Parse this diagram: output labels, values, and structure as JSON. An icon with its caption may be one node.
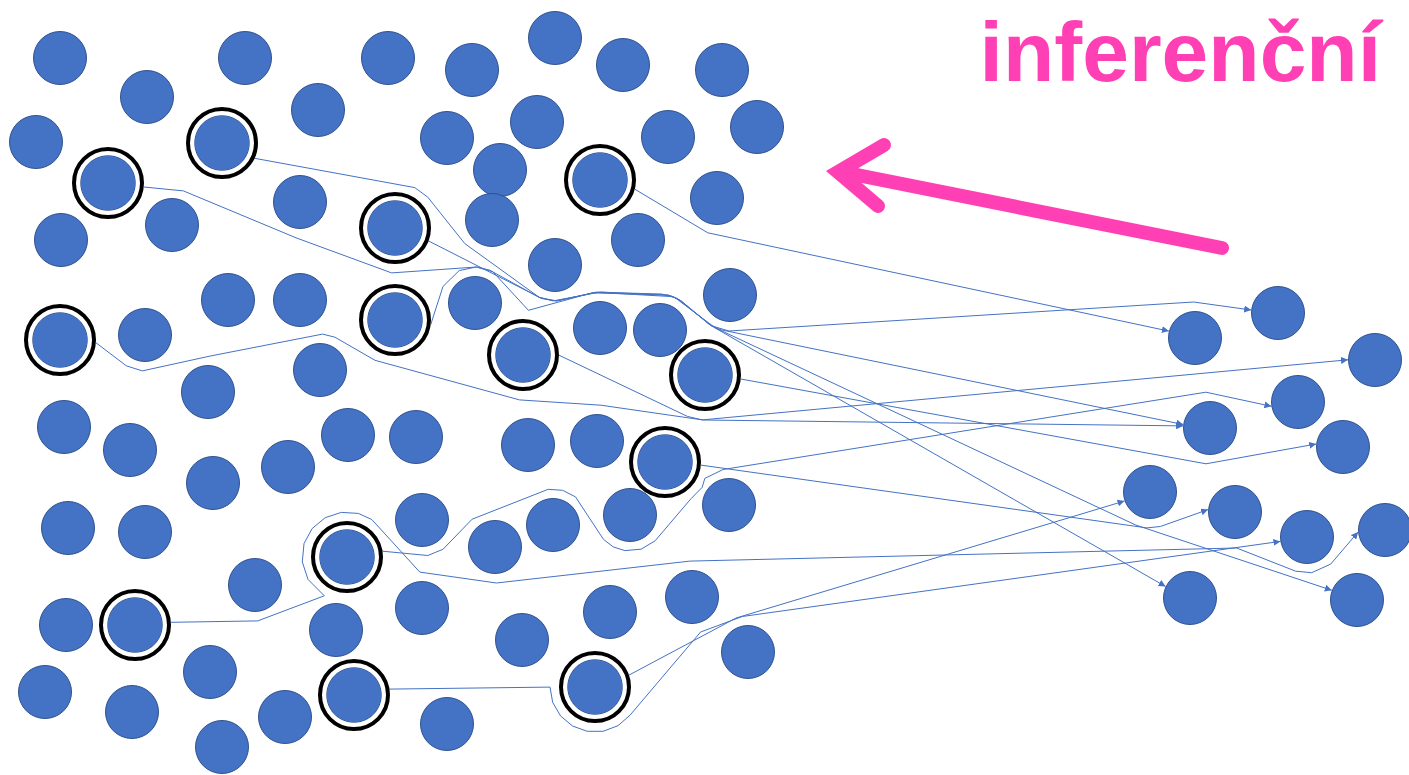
{
  "diagram": {
    "nodes": [
      {
        "text": [],
        "shape": "circle"
      },
      {
        "text": [],
        "shape": "circle"
      },
      {
        "text": [],
        "shape": "circle"
      },
      {
        "text": [],
        "shape": "circle"
      },
      {
        "text": [],
        "shape": "circle"
      },
      {
        "text": [],
        "shape": "circle"
      },
      {
        "text": [],
        "shape": "circle"
      },
      {
        "text": [],
        "shape": "circle"
      },
      {
        "text": [],
        "shape": "circle"
      },
      {
        "text": [],
        "shape": "circle"
      },
      {
        "text": [],
        "shape": "circle"
      },
      {
        "text": [],
        "shape": "circle"
      },
      {
        "text": [],
        "shape": "circle"
      },
      {
        "text": [],
        "shape": "circle"
      },
      {
        "text": [],
        "shape": "circle"
      },
      {
        "text": [],
        "shape": "circle"
      },
      {
        "text": [],
        "shape": "circle"
      },
      {
        "text": [],
        "shape": "circle"
      },
      {
        "text": [],
        "shape": "circle"
      },
      {
        "text": [],
        "shape": "circle"
      },
      {
        "text": [],
        "shape": "circle"
      },
      {
        "text": [],
        "shape": "circle"
      },
      {
        "text": [],
        "shape": "circle"
      },
      {
        "text": [],
        "shape": "circle"
      },
      {
        "text": [],
        "shape": "circle"
      },
      {
        "text": [],
        "shape": "circle"
      },
      {
        "text": [],
        "shape": "circle"
      },
      {
        "text": [],
        "shape": "circle"
      },
      {
        "text": [],
        "shape": "circle"
      },
      {
        "text": [],
        "shape": "circle"
      },
      {
        "text": [],
        "shape": "circle"
      },
      {
        "text": [],
        "shape": "circle"
      },
      {
        "text": [],
        "shape": "circle"
      },
      {
        "text": [],
        "shape": "circle"
      },
      {
        "text": [],
        "shape": "circle"
      },
      {
        "text": [],
        "shape": "circle"
      },
      {
        "text": [],
        "shape": "circle"
      },
      {
        "text": [],
        "shape": "circle"
      },
      {
        "text": [],
        "shape": "circle"
      },
      {
        "text": [],
        "shape": "circle"
      },
      {
        "text": [],
        "shape": "circle"
      },
      {
        "text": [],
        "shape": "circle"
      },
      {
        "text": [],
        "shape": "circle"
      },
      {
        "text": [],
        "shape": "circle"
      },
      {
        "text": [],
        "shape": "circle"
      },
      {
        "text": [],
        "shape": "circle"
      },
      {
        "text": [],
        "shape": "circle"
      },
      {
        "text": [],
        "shape": "circle"
      },
      {
        "text": [],
        "shape": "circle"
      },
      {
        "text": [],
        "shape": "circle"
      },
      {
        "text": [],
        "shape": "circle"
      },
      {
        "text": [],
        "shape": "circle"
      },
      {
        "text": [],
        "shape": "circle"
      },
      {
        "text": [],
        "shape": "circle"
      },
      {
        "text": [],
        "shape": "circle"
      },
      {
        "text": [],
        "shape": "circle"
      },
      {
        "text": [],
        "shape": "circle"
      },
      {
        "text": [],
        "shape": "circle"
      },
      {
        "text": [],
        "shape": "circle"
      },
      {
        "text": [],
        "shape": "circle"
      },
      {
        "text": [],
        "shape": "circle"
      },
      {
        "text": [],
        "shape": "circle"
      },
      {
        "text": [],
        "shape": "circle"
      },
      {
        "text": [],
        "shape": "circle"
      },
      {
        "text": [],
        "shape": "circle"
      },
      {
        "text": [],
        "shape": "circle"
      },
      {
        "text": [],
        "shape": "circle"
      },
      {
        "text": [],
        "shape": "circle"
      },
      {
        "text": [],
        "shape": "circle"
      },
      {
        "text": [],
        "shape": "circle"
      },
      {
        "text": [],
        "shape": "circle"
      },
      {
        "text": [],
        "shape": "circle"
      },
      {
        "text": [],
        "shape": "circle"
      },
      {
        "text": [],
        "shape": "circle"
      },
      {
        "text": [],
        "shape": "circle"
      },
      {
        "text": [],
        "shape": "circle"
      },
      {
        "text": [],
        "shape": "circle"
      },
      {
        "text": [],
        "shape": "circle"
      },
      {
        "text": [],
        "shape": "circle"
      },
      {
        "text": [],
        "shape": "circle"
      },
      {
        "text": [],
        "shape": "circle"
      },
      {
        "text": [],
        "shape": "circle"
      },
      {
        "text": [],
        "shape": "circle"
      },
      {
        "text": [],
        "shape": "circle"
      },
      {
        "text": [],
        "shape": "circle"
      }
    ],
    "edges": [
      {
        "from": 14,
        "to": 68,
        "arrow": "to"
      },
      {
        "from": 16,
        "to": 30,
        "arrow": "to"
      },
      {
        "from": 17,
        "to": 35,
        "arrow": "to"
      },
      {
        "from": 22,
        "to": 69,
        "arrow": "to"
      },
      {
        "from": 31,
        "to": 44,
        "arrow": "to"
      },
      {
        "from": 36,
        "to": 44,
        "arrow": "to"
      },
      {
        "from": 37,
        "to": 38,
        "arrow": "to"
      },
      {
        "from": 40,
        "to": 49,
        "arrow": "to"
      },
      {
        "from": 51,
        "to": 56,
        "arrow": "to"
      },
      {
        "from": 65,
        "to": 42,
        "arrow": "to"
      },
      {
        "from": 73,
        "to": 61,
        "arrow": "to"
      },
      {
        "from": 80,
        "to": 63,
        "arrow": "to"
      },
      {
        "from": 78,
        "to": 54,
        "arrow": "to"
      }
    ],
    "labels": [
      "inferenční"
    ]
  }
}
